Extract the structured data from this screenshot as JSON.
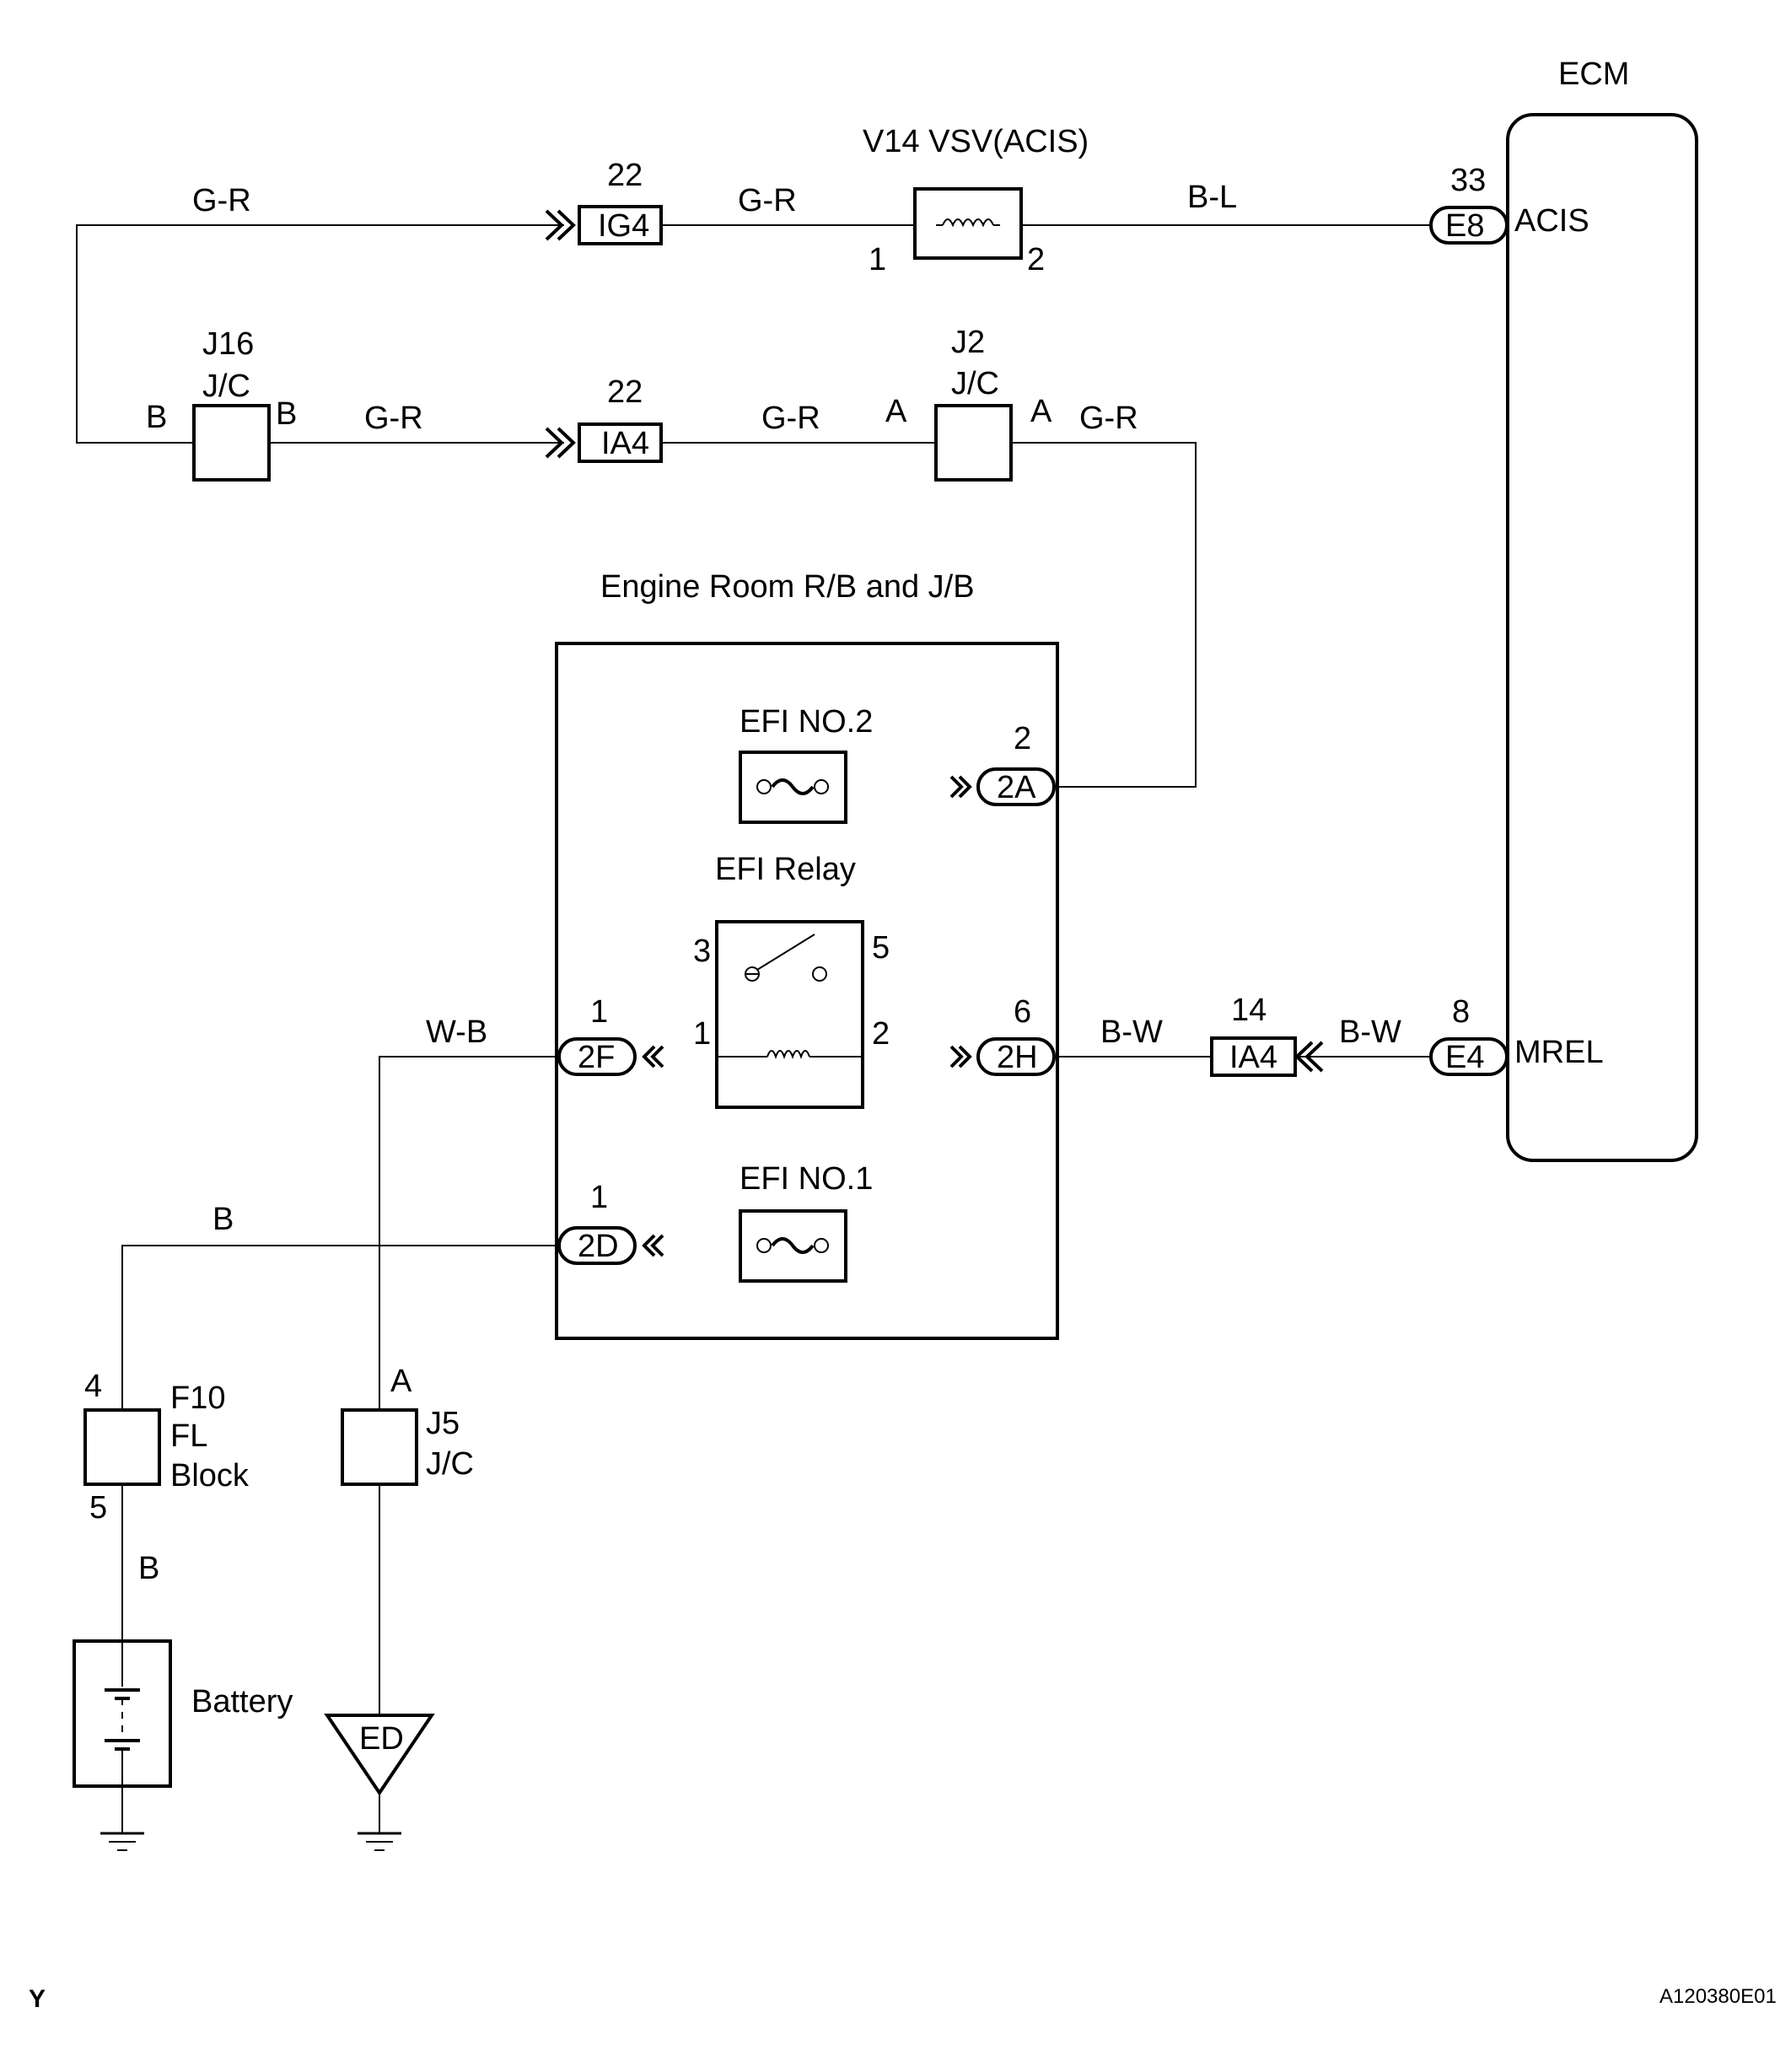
{
  "ecm": {
    "title": "ECM",
    "pin_acis": "ACIS",
    "pin_mrel": "MREL"
  },
  "vsv": {
    "title": "V14 VSV(ACIS)",
    "pin1": "1",
    "pin2": "2"
  },
  "connectors": {
    "ig4": {
      "id": "IG4",
      "pin": "22"
    },
    "ia4_top": {
      "id": "IA4",
      "pin": "22"
    },
    "e8": {
      "id": "E8",
      "pin": "33"
    },
    "e4": {
      "id": "E4",
      "pin": "8"
    },
    "ia4_bottom": {
      "id": "IA4",
      "pin": "14"
    },
    "c2a": {
      "id": "2A",
      "pin": "2"
    },
    "c2h": {
      "id": "2H",
      "pin": "6"
    },
    "c2f": {
      "id": "2F",
      "pin": "1"
    },
    "c2d": {
      "id": "2D",
      "pin": "1"
    }
  },
  "junctions": {
    "j16": {
      "id": "J16",
      "type": "J/C",
      "pin_left": "B",
      "pin_right": "B"
    },
    "j2": {
      "id": "J2",
      "type": "J/C",
      "pin_left": "A",
      "pin_right": "A"
    },
    "j5": {
      "id": "J5",
      "type": "J/C",
      "pin": "A"
    }
  },
  "wires": {
    "gr_left": "G-R",
    "gr_ig4": "G-R",
    "bl_vsv": "B-L",
    "gr_j16": "G-R",
    "gr_ia4": "G-R",
    "gr_j2": "G-R",
    "bw_2h": "B-W",
    "bw_e4": "B-W",
    "wb_2f": "W-B",
    "b_2d": "B",
    "b_battery": "B"
  },
  "relay_box": {
    "title": "Engine Room R/B and J/B",
    "efi_no2": "EFI NO.2",
    "efi_no1": "EFI NO.1",
    "efi_relay": "EFI Relay",
    "relay_pins": {
      "p3": "3",
      "p5": "5",
      "p1": "1",
      "p2": "2"
    }
  },
  "fl_block": {
    "id": "F10",
    "line2": "FL",
    "line3": "Block",
    "pin_top": "4",
    "pin_bottom": "5"
  },
  "battery": {
    "label": "Battery"
  },
  "ground": {
    "label": "ED"
  },
  "footer": {
    "left": "Y",
    "right": "A120380E01"
  }
}
